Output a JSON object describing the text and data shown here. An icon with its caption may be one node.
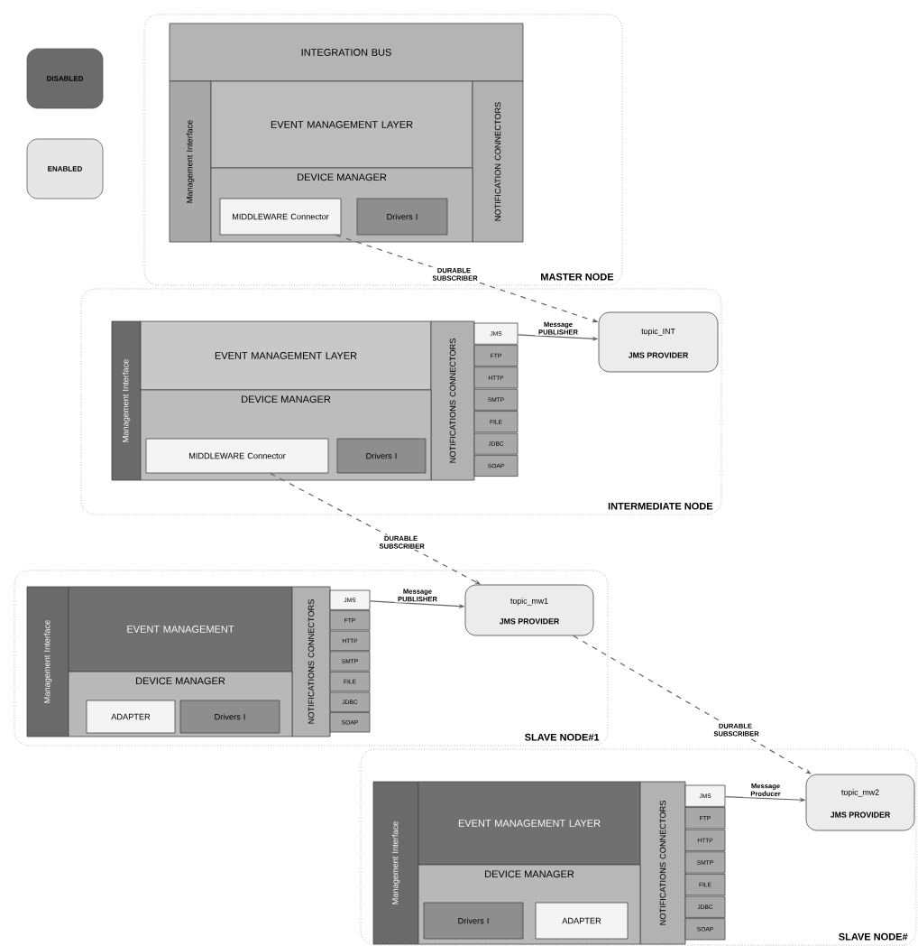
{
  "diagram": {
    "nodes": [
      {
        "text": [
          "MASTER NODE"
        ]
      },
      {
        "text": [
          "INTEGRATION BUS"
        ],
        "in": 0
      },
      {
        "text": [
          "Management Interface"
        ],
        "in": 0
      },
      {
        "text": [
          "EVENT MANAGEMENT LAYER"
        ],
        "in": 0
      },
      {
        "text": [
          "NOTIFICATION CONNECTORS"
        ],
        "in": 0
      },
      {
        "text": [
          "DEVICE MANAGER"
        ],
        "in": 0
      },
      {
        "text": [
          "MIDDLEWARE Connector"
        ],
        "in": 5
      },
      {
        "text": [
          "Drivers I"
        ],
        "in": 5
      },
      {
        "text": [
          "INTERMEDIATE NODE"
        ]
      },
      {
        "text": [
          "Management Interface"
        ],
        "in": 8
      },
      {
        "text": [
          "EVENT MANAGEMENT LAYER"
        ],
        "in": 8
      },
      {
        "text": [
          "NOTIFICATIONS CONNECTORS"
        ],
        "in": 8
      },
      {
        "text": [
          "JMS"
        ],
        "in": 8
      },
      {
        "text": [
          "FTP"
        ],
        "in": 8
      },
      {
        "text": [
          "HTTP"
        ],
        "in": 8
      },
      {
        "text": [
          "SMTP"
        ],
        "in": 8
      },
      {
        "text": [
          "FILE"
        ],
        "in": 8
      },
      {
        "text": [
          "JDBC"
        ],
        "in": 8
      },
      {
        "text": [
          "SOAP"
        ],
        "in": 8
      },
      {
        "text": [
          "DEVICE MANAGER"
        ],
        "in": 8
      },
      {
        "text": [
          "MIDDLEWARE Connector"
        ],
        "in": 19
      },
      {
        "text": [
          "Drivers I"
        ],
        "in": 19
      },
      {
        "text": [
          "topic_INT",
          "JMS PROVIDER"
        ],
        "in": 8
      },
      {
        "text": [
          "SLAVE NODE#1"
        ]
      },
      {
        "text": [
          "Management Interface"
        ],
        "in": 23
      },
      {
        "text": [
          "EVENT MANAGEMENT"
        ],
        "in": 23
      },
      {
        "text": [
          "NOTIFICATIONS CONNECTORS"
        ],
        "in": 23
      },
      {
        "text": [
          "JMS"
        ],
        "in": 23
      },
      {
        "text": [
          "FTP"
        ],
        "in": 23
      },
      {
        "text": [
          "HTTP"
        ],
        "in": 23
      },
      {
        "text": [
          "SMTP"
        ],
        "in": 23
      },
      {
        "text": [
          "FILE"
        ],
        "in": 23
      },
      {
        "text": [
          "JDBC"
        ],
        "in": 23
      },
      {
        "text": [
          "SOAP"
        ],
        "in": 23
      },
      {
        "text": [
          "DEVICE MANAGER"
        ],
        "in": 23
      },
      {
        "text": [
          "ADAPTER"
        ],
        "in": 34
      },
      {
        "text": [
          "Drivers I"
        ],
        "in": 34
      },
      {
        "text": [
          "topic_mw1",
          "JMS PROVIDER"
        ],
        "in": 23
      },
      {
        "text": [
          "SLAVE NODE#"
        ]
      },
      {
        "text": [
          "Management Interface"
        ],
        "in": 38
      },
      {
        "text": [
          "EVENT MANAGEMENT LAYER"
        ],
        "in": 38
      },
      {
        "text": [
          "NOTIFICATIONS CONNECTORS"
        ],
        "in": 38
      },
      {
        "text": [
          "JMS"
        ],
        "in": 38
      },
      {
        "text": [
          "FTP"
        ],
        "in": 38
      },
      {
        "text": [
          "HTTP"
        ],
        "in": 38
      },
      {
        "text": [
          "SMTP"
        ],
        "in": 38
      },
      {
        "text": [
          "FILE"
        ],
        "in": 38
      },
      {
        "text": [
          "JDBC"
        ],
        "in": 38
      },
      {
        "text": [
          "SOAP"
        ],
        "in": 38
      },
      {
        "text": [
          "DEVICE MANAGER"
        ],
        "in": 38
      },
      {
        "text": [
          "Drivers I"
        ],
        "in": 49
      },
      {
        "text": [
          "ADAPTER"
        ],
        "in": 49
      },
      {
        "text": [
          "topic_mw2",
          "JMS PROVIDER"
        ],
        "in": 38
      }
    ],
    "edges": [
      {
        "from": 6,
        "to": 22,
        "arrow": "to",
        "label": "DURABLE SUBSCRIBER",
        "style": "dashed"
      },
      {
        "from": 12,
        "to": 22,
        "arrow": "to",
        "label": "Message PUBLISHER"
      },
      {
        "from": 20,
        "to": 37,
        "arrow": "to",
        "label": "DURABLE SUBSCRIBER",
        "style": "dashed"
      },
      {
        "from": 27,
        "to": 37,
        "arrow": "to",
        "label": "Message PUBLISHER"
      },
      {
        "from": 37,
        "to": 52,
        "arrow": "to",
        "label": "DURABLE SUBSCRIBER",
        "style": "dashed"
      },
      {
        "from": 42,
        "to": 52,
        "arrow": "to",
        "label": "Message Producer"
      }
    ],
    "legend": [
      {
        "text": "DISABLED",
        "color": "#6b6b6b"
      },
      {
        "text": "ENABLED",
        "color": "#e6e6e6"
      }
    ]
  }
}
